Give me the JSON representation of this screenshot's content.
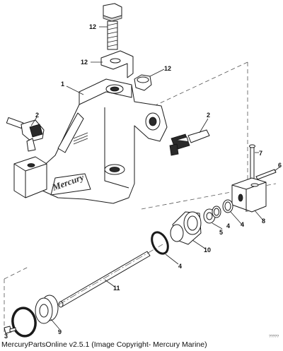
{
  "callouts": [
    "12",
    "12",
    "12",
    "1",
    "2",
    "2",
    "7",
    "6",
    "8",
    "5",
    "4",
    "4",
    "10",
    "4",
    "11",
    "9",
    "3"
  ],
  "bracket_lettering": "Mercury",
  "footer": "MercuryPartsOnline v2.5.1 (Image Copyright- Mercury Marine)",
  "reference_code": "?????"
}
